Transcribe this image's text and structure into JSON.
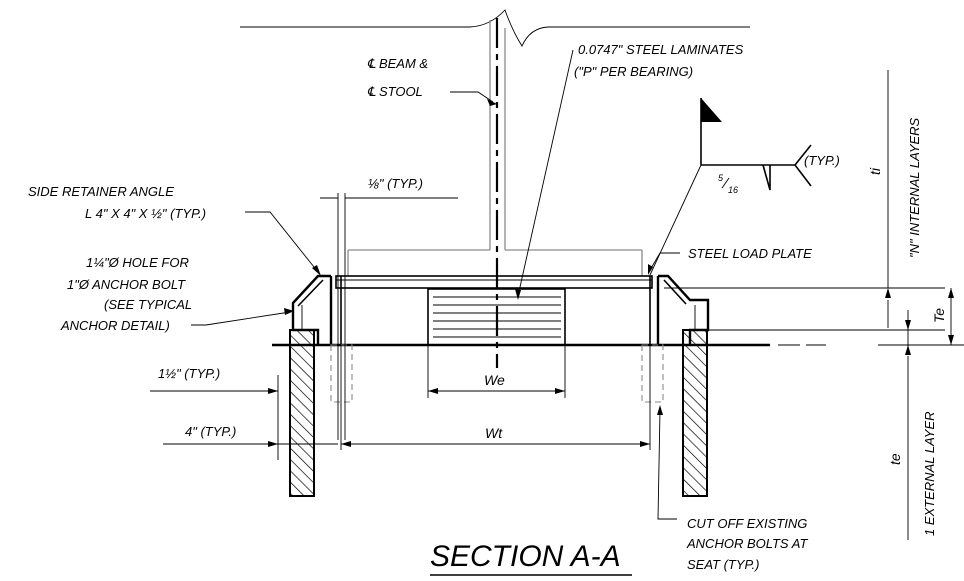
{
  "labels": {
    "cl_beam_line1": "℄ BEAM &",
    "cl_beam_line2": "℄ STOOL",
    "laminates_line1": "0.0747\" STEEL LAMINATES",
    "laminates_line2": "(\"P\" PER BEARING)",
    "retainer_line1": "SIDE RETAINER ANGLE",
    "retainer_line2": "L 4\" X 4\" X ½\" (TYP.)",
    "hole_line1": "1¼\"Ø HOLE FOR",
    "hole_line2": "1\"Ø ANCHOR BOLT",
    "hole_line3": "(SEE TYPICAL",
    "hole_line4": "ANCHOR DETAIL)",
    "gap_typ": "⅛\" (TYP.)",
    "steel_load_plate": "STEEL LOAD PLATE",
    "weld_size_num": "5",
    "weld_size_den": "16",
    "weld_typ": "(TYP.)",
    "cut_off_line1": "CUT OFF EXISTING",
    "cut_off_line2": "ANCHOR BOLTS AT",
    "cut_off_line3": "SEAT (TYP.)",
    "dim_1half": "1½\" (TYP.)",
    "dim_4in": "4\" (TYP.)"
  },
  "dimensions": {
    "we": "We",
    "wt": "Wt",
    "te_upper": "Te",
    "ti": "ti",
    "te_lower": "te",
    "internal_layers": "\"N\" INTERNAL LAYERS",
    "external_layer": "1 EXTERNAL LAYER"
  },
  "title": "SECTION A-A"
}
